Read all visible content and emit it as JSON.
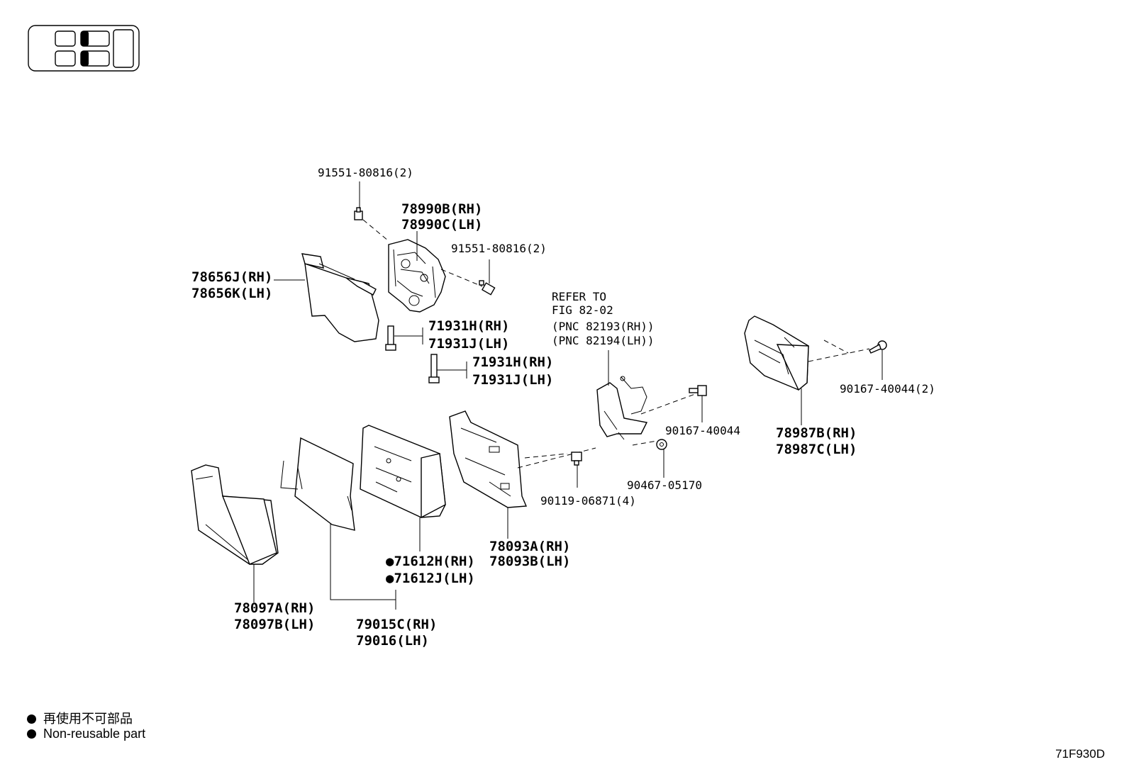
{
  "labels": {
    "l_91551_top": "91551-80816(2)",
    "l_78990B": "78990B(RH)",
    "l_78990C": "78990C(LH)",
    "l_91551_mid": "91551-80816(2)",
    "l_78656J": "78656J(RH)",
    "l_78656K": "78656K(LH)",
    "l_71931H_a": "71931H(RH)",
    "l_71931J_a": "71931J(LH)",
    "l_71931H_b": "71931H(RH)",
    "l_71931J_b": "71931J(LH)",
    "l_refer_1": "REFER TO",
    "l_refer_2": "FIG 82-02",
    "l_refer_3": "(PNC 82193(RH))",
    "l_refer_4": "(PNC 82194(LH))",
    "l_90167_right": "90167-40044(2)",
    "l_90167_mid": "90167-40044",
    "l_78987B": "78987B(RH)",
    "l_78987C": "78987C(LH)",
    "l_90467": "90467-05170",
    "l_90119": "90119-06871(4)",
    "l_78093A": "78093A(RH)",
    "l_78093B": "78093B(LH)",
    "l_71612H": "●71612H(RH)",
    "l_71612J": "●71612J(LH)",
    "l_78097A": "78097A(RH)",
    "l_78097B": "78097B(LH)",
    "l_79015C": "79015C(RH)",
    "l_79016": "79016(LH)"
  },
  "legend": {
    "japanese": "再使用不可部品",
    "english": "Non-reusable part"
  },
  "figure_code": "71F930D"
}
